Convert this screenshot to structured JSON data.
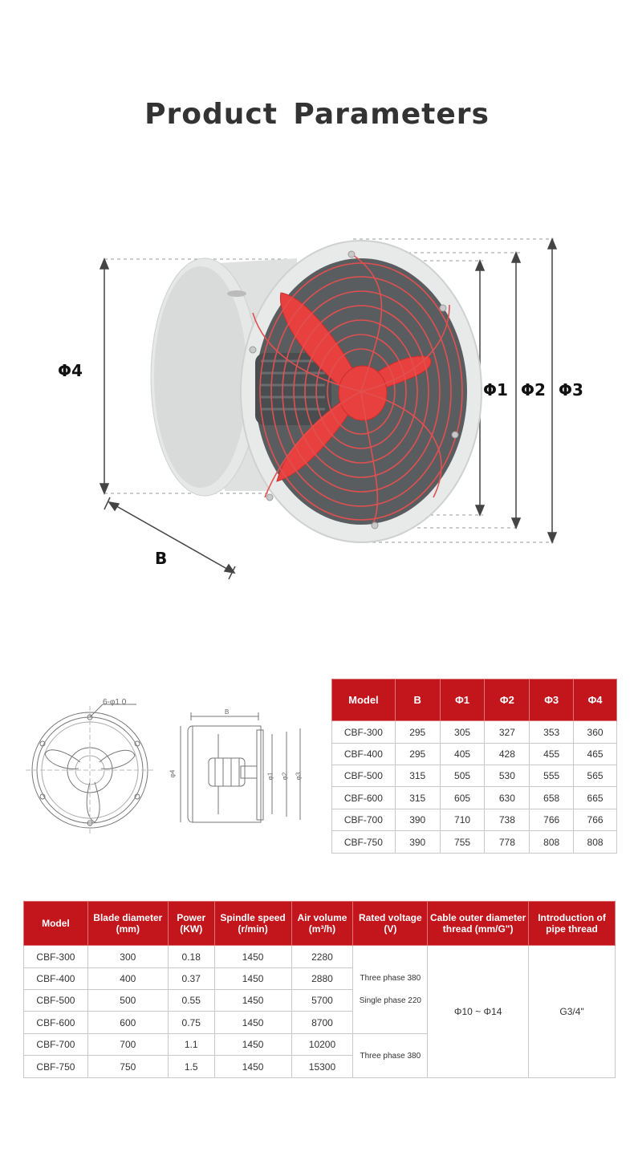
{
  "page": {
    "title": "Product Parameters"
  },
  "hero": {
    "labels": {
      "phi4": "Φ4",
      "b": "B",
      "phi1": "Φ1",
      "phi2": "Φ2",
      "phi3": "Φ3"
    }
  },
  "drawing": {
    "front_label": "6-φ1 0",
    "side_b": "B",
    "side_phi4": "φ4",
    "side_phi1": "φ1",
    "side_phi2": "φ2",
    "side_phi3": "φ3"
  },
  "dimensions_table": {
    "headers": [
      "Model",
      "B",
      "Φ1",
      "Φ2",
      "Φ3",
      "Φ4"
    ],
    "rows": [
      [
        "CBF-300",
        "295",
        "305",
        "327",
        "353",
        "360"
      ],
      [
        "CBF-400",
        "295",
        "405",
        "428",
        "455",
        "465"
      ],
      [
        "CBF-500",
        "315",
        "505",
        "530",
        "555",
        "565"
      ],
      [
        "CBF-600",
        "315",
        "605",
        "630",
        "658",
        "665"
      ],
      [
        "CBF-700",
        "390",
        "710",
        "738",
        "766",
        "766"
      ],
      [
        "CBF-750",
        "390",
        "755",
        "778",
        "808",
        "808"
      ]
    ]
  },
  "specs_table": {
    "headers": [
      "Model",
      "Blade diameter (mm)",
      "Power (KW)",
      "Spindle speed (r/min)",
      "Air volume (m³/h)",
      "Rated voltage (V)",
      "Cable outer diameter thread (mm/G\")",
      "Introduction of pipe thread"
    ],
    "rows": [
      [
        "CBF-300",
        "300",
        "0.18",
        "1450",
        "2280"
      ],
      [
        "CBF-400",
        "400",
        "0.37",
        "1450",
        "2880"
      ],
      [
        "CBF-500",
        "500",
        "0.55",
        "1450",
        "5700"
      ],
      [
        "CBF-600",
        "600",
        "0.75",
        "1450",
        "8700"
      ],
      [
        "CBF-700",
        "700",
        "1.1",
        "1450",
        "10200"
      ],
      [
        "CBF-750",
        "750",
        "1.5",
        "1450",
        "15300"
      ]
    ],
    "voltage_group_1": [
      "Three phase 380",
      "Single phase 220"
    ],
    "voltage_group_2": "Three phase 380",
    "cable_thread": "Φ10 ~ Φ14",
    "pipe_thread": "G3/4\""
  },
  "colors": {
    "accent_red": "#c3161c",
    "fan_red": "#e8403e",
    "housing_gray": "#e5e7e6"
  }
}
